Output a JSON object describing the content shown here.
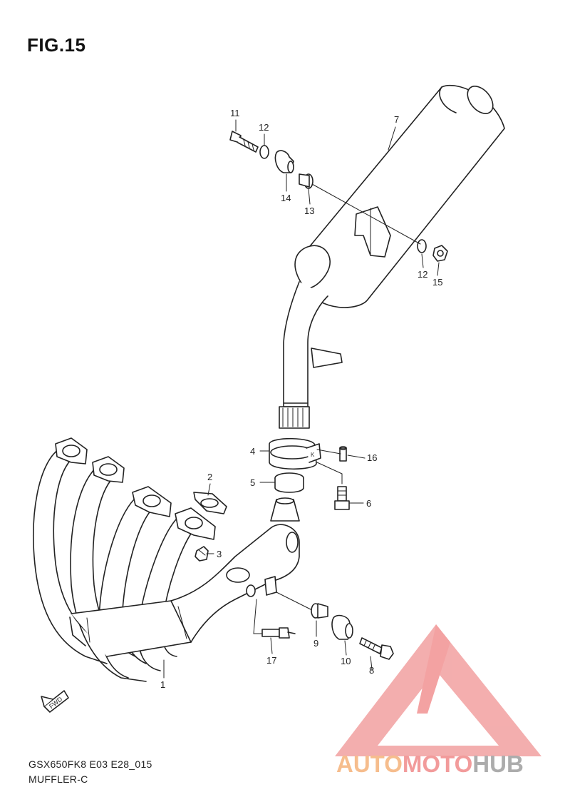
{
  "figure": {
    "title": "FIG.15"
  },
  "footer": {
    "model_code": "GSX650FK8 E03 E28_015",
    "section_name": "MUFFLER-C"
  },
  "fwd_label": "FWD",
  "watermark": {
    "part1": "AUTO",
    "part2": "MOTO",
    "part3": "HUB",
    "color_orange": "#f5b27a",
    "color_red": "#f08a8a",
    "color_gray": "#9e9e9e"
  },
  "callouts": {
    "c1": "1",
    "c2": "2",
    "c3": "3",
    "c4": "4",
    "c5": "5",
    "c6": "6",
    "c7": "7",
    "c8": "8",
    "c9": "9",
    "c10": "10",
    "c11": "11",
    "c12a": "12",
    "c12b": "12",
    "c13": "13",
    "c14": "14",
    "c15": "15",
    "c16": "16",
    "c17": "17"
  }
}
